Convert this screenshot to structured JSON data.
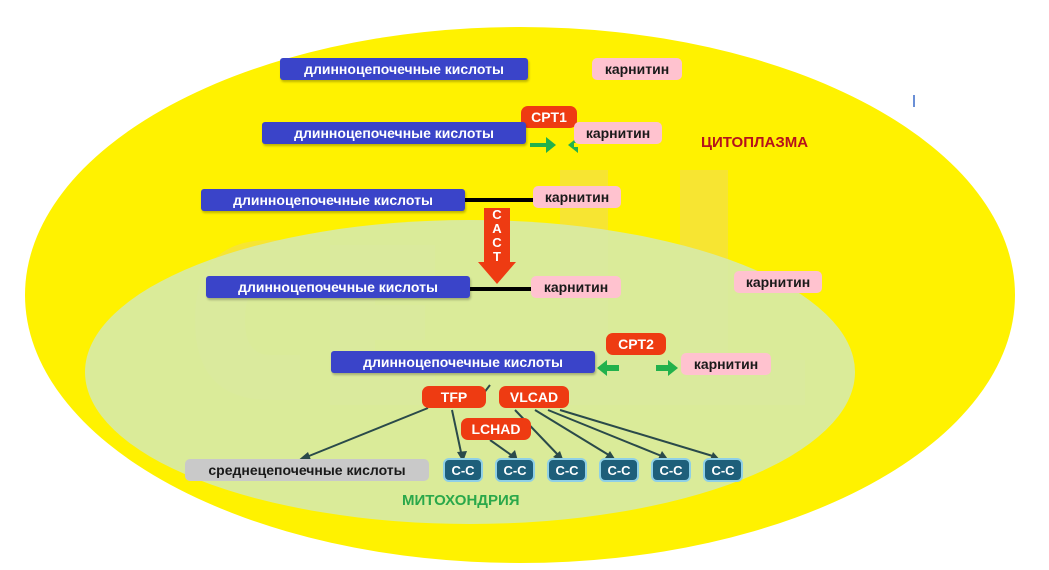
{
  "labels": {
    "cytoplasm": "ЦИТОПЛАЗМА",
    "mitochondria": "МИТОХОНДРИЯ",
    "watermark": "CELL"
  },
  "nodes": {
    "lcfa_1": "длинноцепочечные кислоты",
    "carnitine_1": "карнитин",
    "cpt1": "CPT1",
    "lcfa_2": "длинноцепочечные кислоты",
    "carnitine_2": "карнитин",
    "lcfa_3": "длинноцепочечные кислоты",
    "carnitine_3": "карнитин",
    "cact": "CACT",
    "lcfa_4": "длинноцепочечные кислоты",
    "carnitine_4": "карнитин",
    "carnitine_free": "карнитин",
    "cpt2": "CPT2",
    "lcfa_5": "длинноцепочечные кислоты",
    "carnitine_5": "карнитин",
    "tfp": "TFP",
    "vlcad": "VLCAD",
    "lchad": "LCHAD",
    "mcfa": "среднецепочечные кислоты",
    "cc": [
      "C-C",
      "C-C",
      "C-C",
      "C-C",
      "C-C",
      "C-C"
    ]
  },
  "colors": {
    "cytoplasm": "#fff200",
    "mitochondria": "#d7eaa6",
    "lcfa_box": "#3a44c9",
    "carnitine_box": "#ffc2cf",
    "enzyme_box": "#ee3b12",
    "cc_box": "#1e5f7a",
    "arrow_green": "#22b14c",
    "cytoplasm_label": "#b5121b",
    "mitochondria_label": "#2aa84a"
  }
}
